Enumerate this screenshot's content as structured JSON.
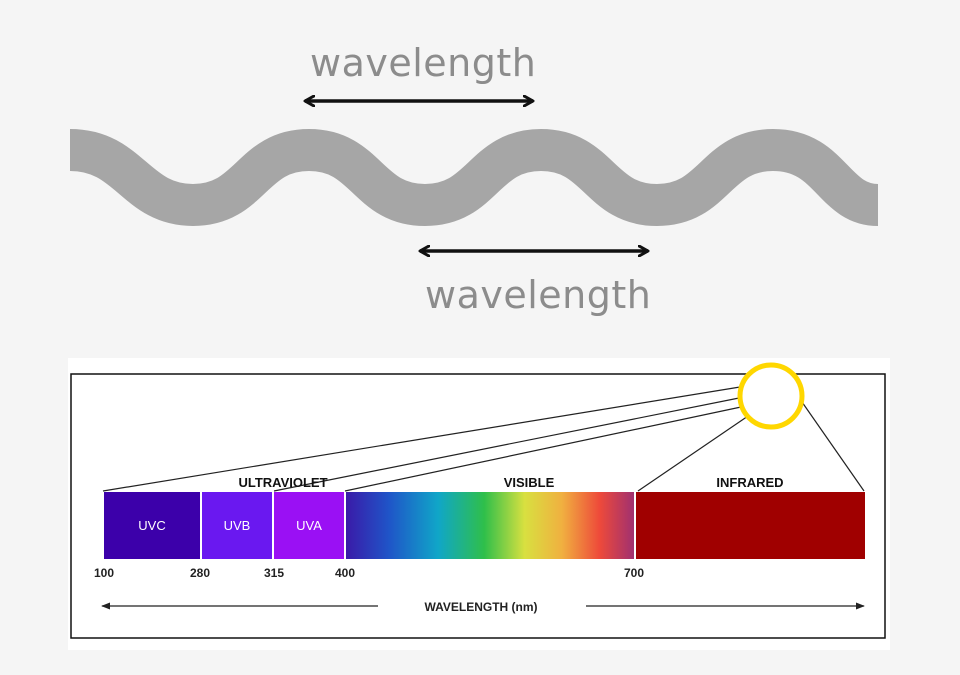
{
  "wave_diagram": {
    "label_top": "wavelength",
    "label_bottom": "wavelength",
    "wave_color": "#a6a6a6"
  },
  "spectrum": {
    "group_labels": {
      "ultraviolet": "ULTRAVIOLET",
      "visible": "VISIBLE",
      "infrared": "INFRARED"
    },
    "bands": [
      {
        "label": "UVC",
        "color": "#3c00aa"
      },
      {
        "label": "UVB",
        "color": "#6a18f0"
      },
      {
        "label": "UVA",
        "color": "#9a10f4"
      },
      {
        "label": "",
        "color": "visible-gradient"
      },
      {
        "label": "",
        "color": "#a00000"
      }
    ],
    "ticks": [
      "100",
      "280",
      "315",
      "400",
      "700"
    ],
    "axis_label": "WAVELENGTH (nm)",
    "sun_icon": "sun-icon",
    "sun_color": "#ffd700"
  }
}
